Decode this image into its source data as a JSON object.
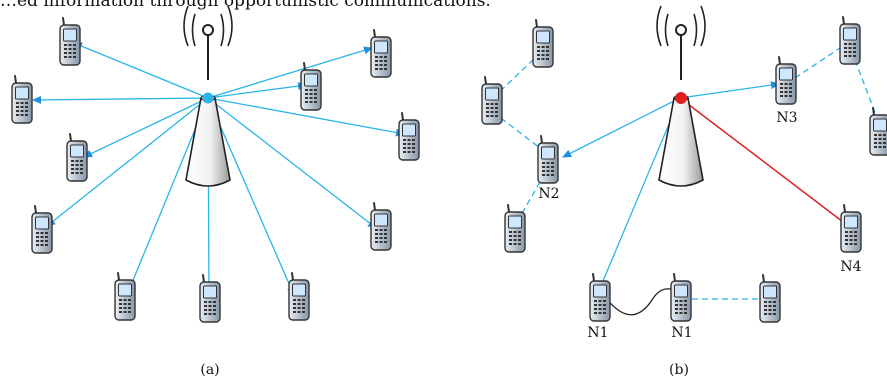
{
  "top_text": "…ed information through opportunistic communications.",
  "colors": {
    "link": "#29b5e8",
    "arrow": "#1e90e0",
    "highlight": "#e02020",
    "tower_outline": "#222222"
  },
  "panel_a": {
    "caption": "(a)"
  },
  "panel_b": {
    "caption": "(b)",
    "node_labels": [
      "N2",
      "N3",
      "N4",
      "N1",
      "N1"
    ]
  },
  "icons": {
    "tower": "cell-tower-icon",
    "phone": "mobile-phone-icon"
  }
}
